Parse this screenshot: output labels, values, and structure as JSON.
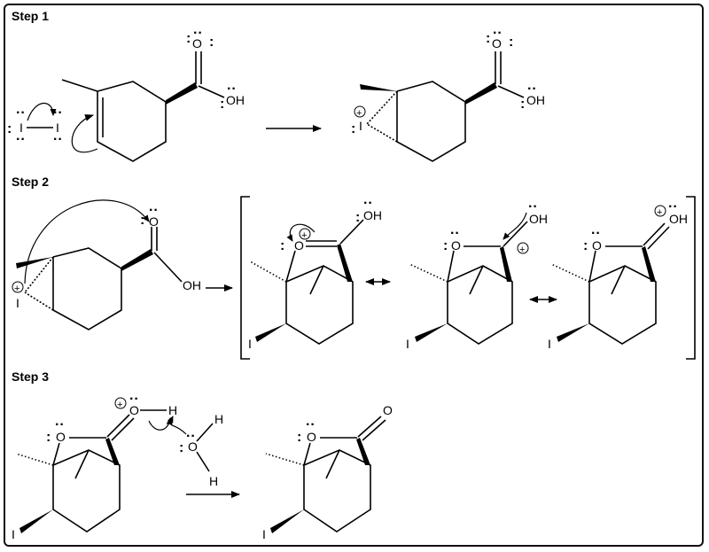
{
  "steps": {
    "step1": "Step 1",
    "step2": "Step 2",
    "step3": "Step 3"
  },
  "atoms": {
    "O": "O",
    "OH": "OH",
    "I": "I",
    "H": "H",
    "plus": "+"
  },
  "colors": {
    "ink": "#000000",
    "frame": "#111111",
    "background": "#ffffff"
  },
  "icons": [
    "reaction-arrow-icon",
    "resonance-arrow-icon",
    "curved-arrow-icon",
    "formal-charge-icon"
  ]
}
